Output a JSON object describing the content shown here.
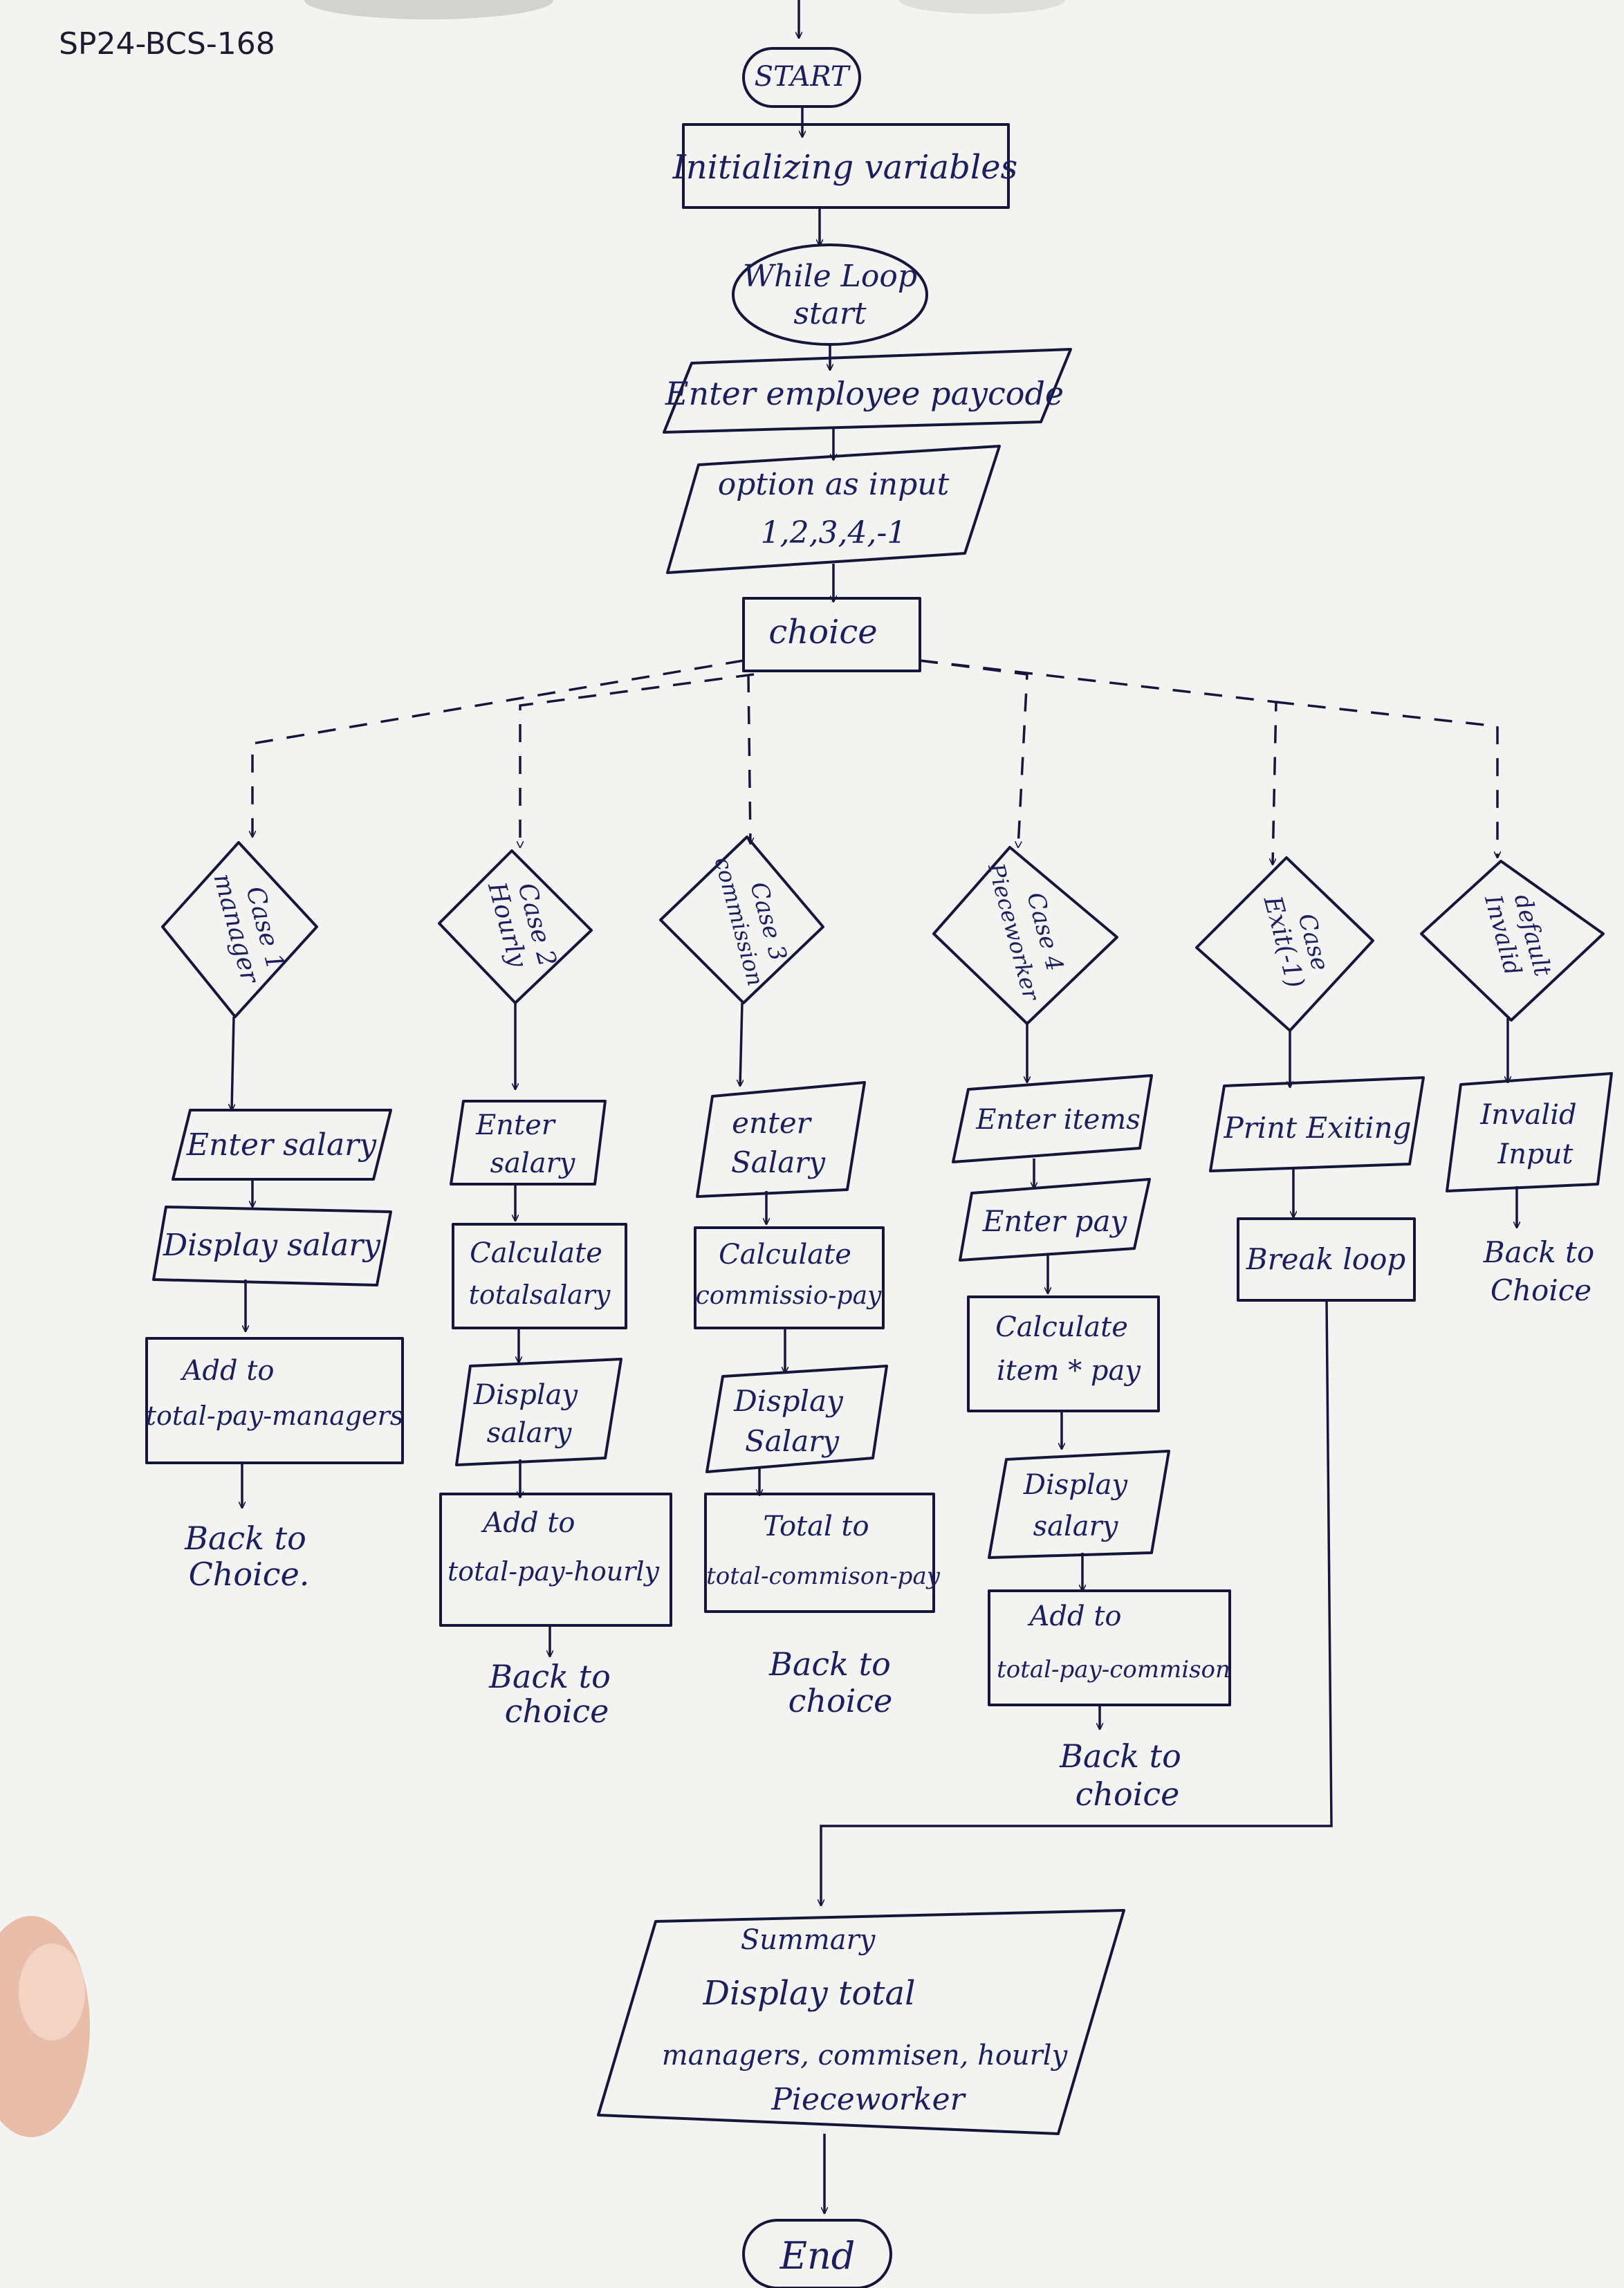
{
  "header": {
    "id_line": "SP24-BCS-168"
  },
  "flow": {
    "start": "START",
    "init": "Initializing variables",
    "loop": [
      "While Loop",
      "start"
    ],
    "enter_paycode": "Enter employee paycode",
    "option": [
      "option as input",
      "1,2,3,4,-1"
    ],
    "choice": "choice",
    "summary": [
      "Summary",
      "Display total",
      "managers, commisen, hourly",
      "Pieceworker"
    ],
    "end": "End"
  },
  "cases": [
    {
      "label": [
        "Case 1",
        "manager"
      ],
      "steps": [
        [
          "Enter salary"
        ],
        [
          "Display salary"
        ],
        [
          "Add to",
          "total-pay-managers"
        ]
      ],
      "after": [
        "Back to",
        "Choice."
      ]
    },
    {
      "label": [
        "Case 2",
        "Hourly"
      ],
      "steps": [
        [
          "Enter",
          "salary"
        ],
        [
          "Calculate",
          "totalsalary"
        ],
        [
          "Display",
          "salary"
        ],
        [
          "Add to",
          "total-pay-hourly"
        ]
      ],
      "after": [
        "Back to",
        "choice"
      ]
    },
    {
      "label": [
        "Case 3",
        "commission"
      ],
      "steps": [
        [
          "enter",
          "Salary"
        ],
        [
          "Calculate",
          "commissio-pay"
        ],
        [
          "Display",
          "Salary"
        ],
        [
          "Total to",
          "total-commison-pay"
        ]
      ],
      "after": [
        "Back to",
        "choice"
      ]
    },
    {
      "label": [
        "Case 4",
        "Pieceworker"
      ],
      "steps": [
        [
          "Enter items"
        ],
        [
          "Enter pay"
        ],
        [
          "Calculate",
          "item * pay"
        ],
        [
          "Display",
          "salary"
        ],
        [
          "Add to",
          "total-pay-commison"
        ]
      ],
      "after": [
        "Back to",
        "choice"
      ]
    },
    {
      "label": [
        "Case",
        "Exit(-1)"
      ],
      "steps": [
        [
          "Print Exiting"
        ],
        [
          "Break loop"
        ]
      ],
      "after": []
    },
    {
      "label": [
        "default",
        "Invalid"
      ],
      "steps": [
        [
          "Invalid",
          "Input"
        ]
      ],
      "after": [
        "Back to",
        "Choice"
      ]
    }
  ],
  "colors": {
    "ink": "#15163a",
    "paper": "#f3f3f1",
    "text": "#1c1f5c"
  }
}
